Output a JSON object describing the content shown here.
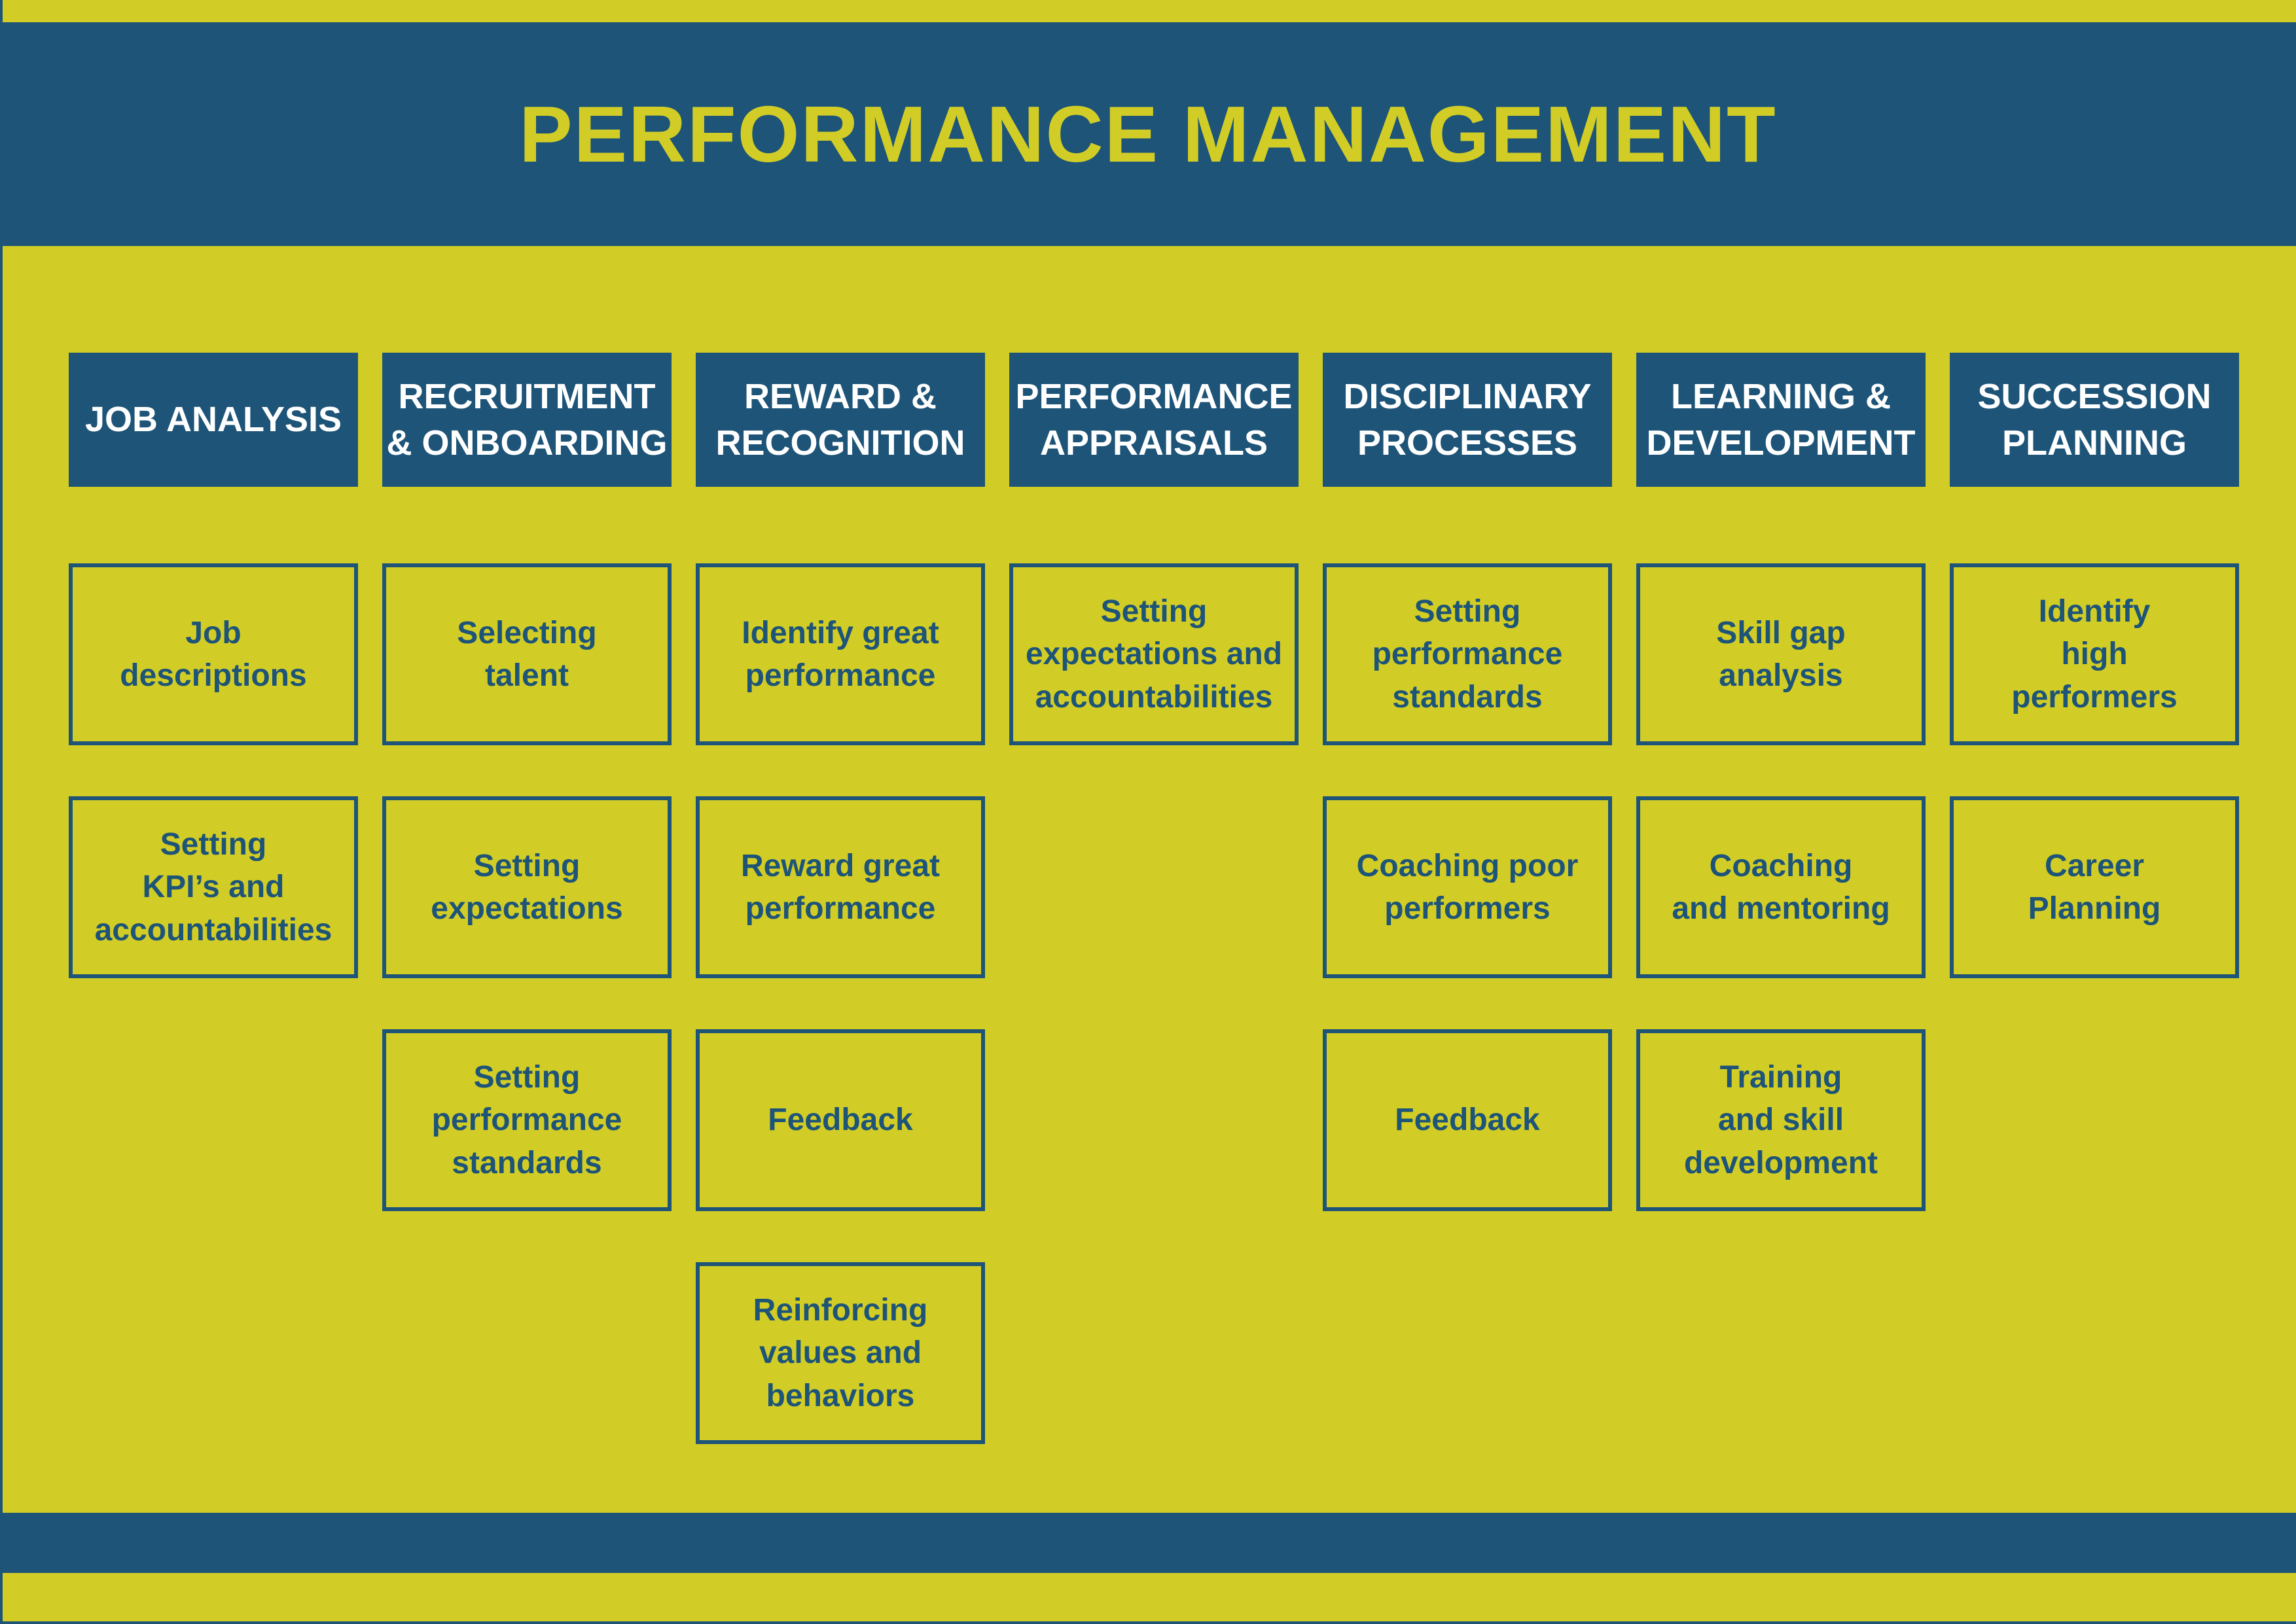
{
  "title": "PERFORMANCE MANAGEMENT",
  "palette": {
    "banner_blue": "#1d5478",
    "background_yellow": "#d2cd26",
    "header_text": "#ffffff",
    "item_text": "#1d5478"
  },
  "columns": [
    {
      "header": "JOB ANALYSIS",
      "items": [
        "Job\ndescriptions",
        "Setting\nKPI’s and\naccountabilities"
      ]
    },
    {
      "header": "RECRUITMENT\n& ONBOARDING",
      "items": [
        "Selecting\ntalent",
        "Setting\nexpectations",
        "Setting\nperformance\nstandards"
      ]
    },
    {
      "header": "REWARD &\nRECOGNITION",
      "items": [
        "Identify great\nperformance",
        "Reward great\nperformance",
        "Feedback",
        "Reinforcing\nvalues and\nbehaviors"
      ]
    },
    {
      "header": "PERFORMANCE\nAPPRAISALS",
      "items": [
        "Setting\nexpectations and\naccountabilities"
      ]
    },
    {
      "header": "DISCIPLINARY\nPROCESSES",
      "items": [
        "Setting\nperformance\nstandards",
        "Coaching poor\nperformers",
        "Feedback"
      ]
    },
    {
      "header": "LEARNING &\nDEVELOPMENT",
      "items": [
        "Skill gap\nanalysis",
        "Coaching\nand mentoring",
        "Training\nand skill\ndevelopment"
      ]
    },
    {
      "header": "SUCCESSION\nPLANNING",
      "items": [
        "Identify\nhigh\nperformers",
        "Career\nPlanning"
      ]
    }
  ]
}
